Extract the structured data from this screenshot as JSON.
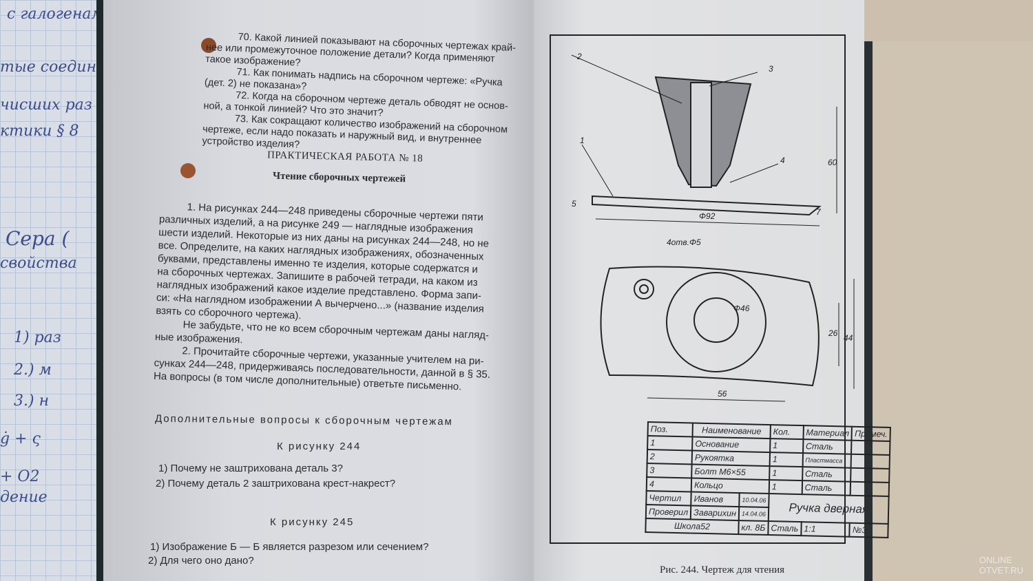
{
  "notebook": {
    "handwriting": [
      "с галогенами",
      "тые соедин",
      "чисших раз",
      "ктики § 8",
      "Сера (",
      "свойства",
      "1) раз",
      "2.) м",
      "3.) н",
      "ġ + ς",
      "+ O2",
      "дение"
    ]
  },
  "left_page": {
    "questions": [
      [
        "70. Какой линией показывают на сборочных чертежах край-",
        "нее или промежуточное положение детали? Когда применяют",
        "такое изображение?"
      ],
      [
        "71. Как понимать надпись на сборочном чертеже: «Ручка",
        "(дет. 2) не показана»?"
      ],
      [
        "72. Когда на сборочном чертеже деталь обводят не основ-",
        "ной, а тонкой линией? Что это значит?"
      ],
      [
        "73. Как сокращают количество изображений на сборочном",
        "чертеже, если надо показать и наружный вид, и внутреннее",
        "устройство изделия?"
      ]
    ],
    "practical_title": "ПРАКТИЧЕСКАЯ РАБОТА № 18",
    "practical_subtitle": "Чтение сборочных чертежей",
    "paragraphs": [
      [
        "1. На рисунках 244—248 приведены сборочные чертежи пяти",
        "различных изделий, а на рисунке 249 — наглядные изображения",
        "шести изделий. Некоторые из них даны на рисунках 244—248, но не",
        "все. Определите, на каких наглядных изображениях, обозначенных",
        "буквами, представлены именно те изделия, которые содержатся и",
        "на сборочных чертежах. Запишите в рабочей тетради, на каком из",
        "наглядных изображений какое изделие представлено. Форма запи-",
        "си: «На наглядном изображении А вычерчено...» (название изделия",
        "взять со сборочного чертежа)."
      ],
      [
        "Не забудьте, что не ко всем сборочным чертежам даны нагляд-",
        "ные изображения."
      ],
      [
        "2. Прочитайте сборочные чертежи, указанные учителем на ри-",
        "сунках 244—248, придерживаясь последовательности, данной в § 35.",
        "На вопросы (в том числе дополнительные) ответьте письменно."
      ]
    ],
    "extra_title": "Дополнительные вопросы к сборочным чертежам",
    "fig244_heading": "К рисунку 244",
    "fig244_questions": [
      "1) Почему не заштрихована деталь 3?",
      "2) Почему деталь 2 заштрихована крест-накрест?"
    ],
    "fig245_heading": "К рисунку 245",
    "fig245_questions": [
      "1) Изображение Б — Б является разрезом или сечением?",
      "2) Для чего оно дано?"
    ]
  },
  "drawing": {
    "labels": {
      "p1": "1",
      "p2": "2",
      "p3": "3",
      "p4": "4",
      "d92": "Φ92",
      "h60": "60",
      "h5": "5",
      "h7": "7",
      "holes": "4отв.Φ5",
      "d46": "Φ46",
      "w56": "56",
      "h26": "26",
      "h44": "44"
    },
    "spec_header": [
      "Поз.",
      "Наименование",
      "Кол.",
      "Материал",
      "Примеч."
    ],
    "spec_rows": [
      [
        "1",
        "Основание",
        "1",
        "Сталь",
        ""
      ],
      [
        "2",
        "Рукоятка",
        "1",
        "Пластмасса",
        ""
      ],
      [
        "3",
        "Болт  М6×55",
        "1",
        "Сталь",
        ""
      ],
      [
        "4",
        "Кольцо",
        "1",
        "Сталь",
        ""
      ]
    ],
    "title_block": {
      "drew_label": "Чертил",
      "drew_name": "Иванов",
      "drew_date": "10.04.06",
      "checked_label": "Проверил",
      "checked_name": "Заварихин",
      "checked_date": "14.04.06",
      "title": "Ручка дверная",
      "school": "Школа52",
      "class": "кл. 8Б",
      "material": "Сталь",
      "scale": "1:1",
      "number": "№3"
    },
    "caption": "Рис. 244. Чертеж для чтения"
  },
  "watermark": [
    "ONLINE",
    "OTVET.RU"
  ]
}
